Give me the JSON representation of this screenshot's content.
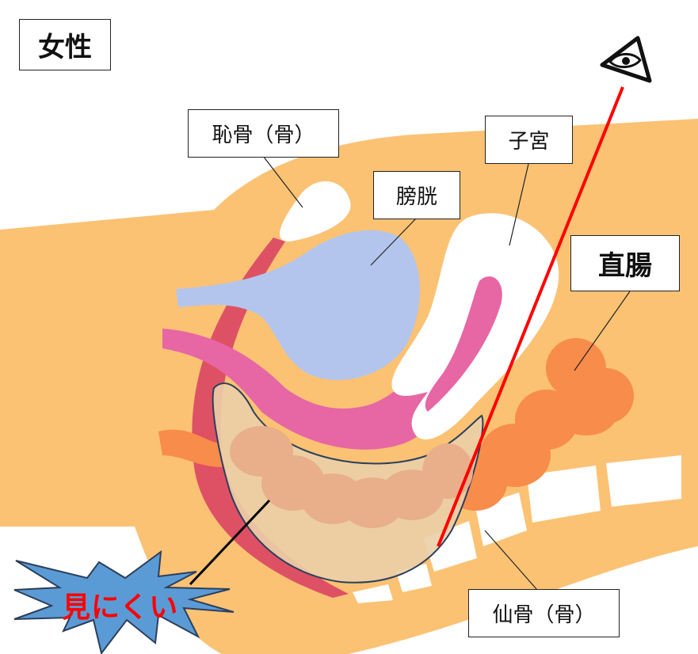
{
  "title": "女性",
  "labels": {
    "pubic_bone": "恥骨（骨）",
    "bladder": "膀胱",
    "uterus": "子宮",
    "rectum": "直腸",
    "sacrum": "仙骨（骨）"
  },
  "warning": "見にくい",
  "colors": {
    "body": "#FBC274",
    "bladder": "#B3C5EC",
    "vagina": "#E766A4",
    "muscle": "#DE5164",
    "rectum": "#F88C4A",
    "sightline": "#FF0000",
    "burst": "#5B9BD5"
  },
  "icons": {
    "viewer": "eye-icon"
  }
}
